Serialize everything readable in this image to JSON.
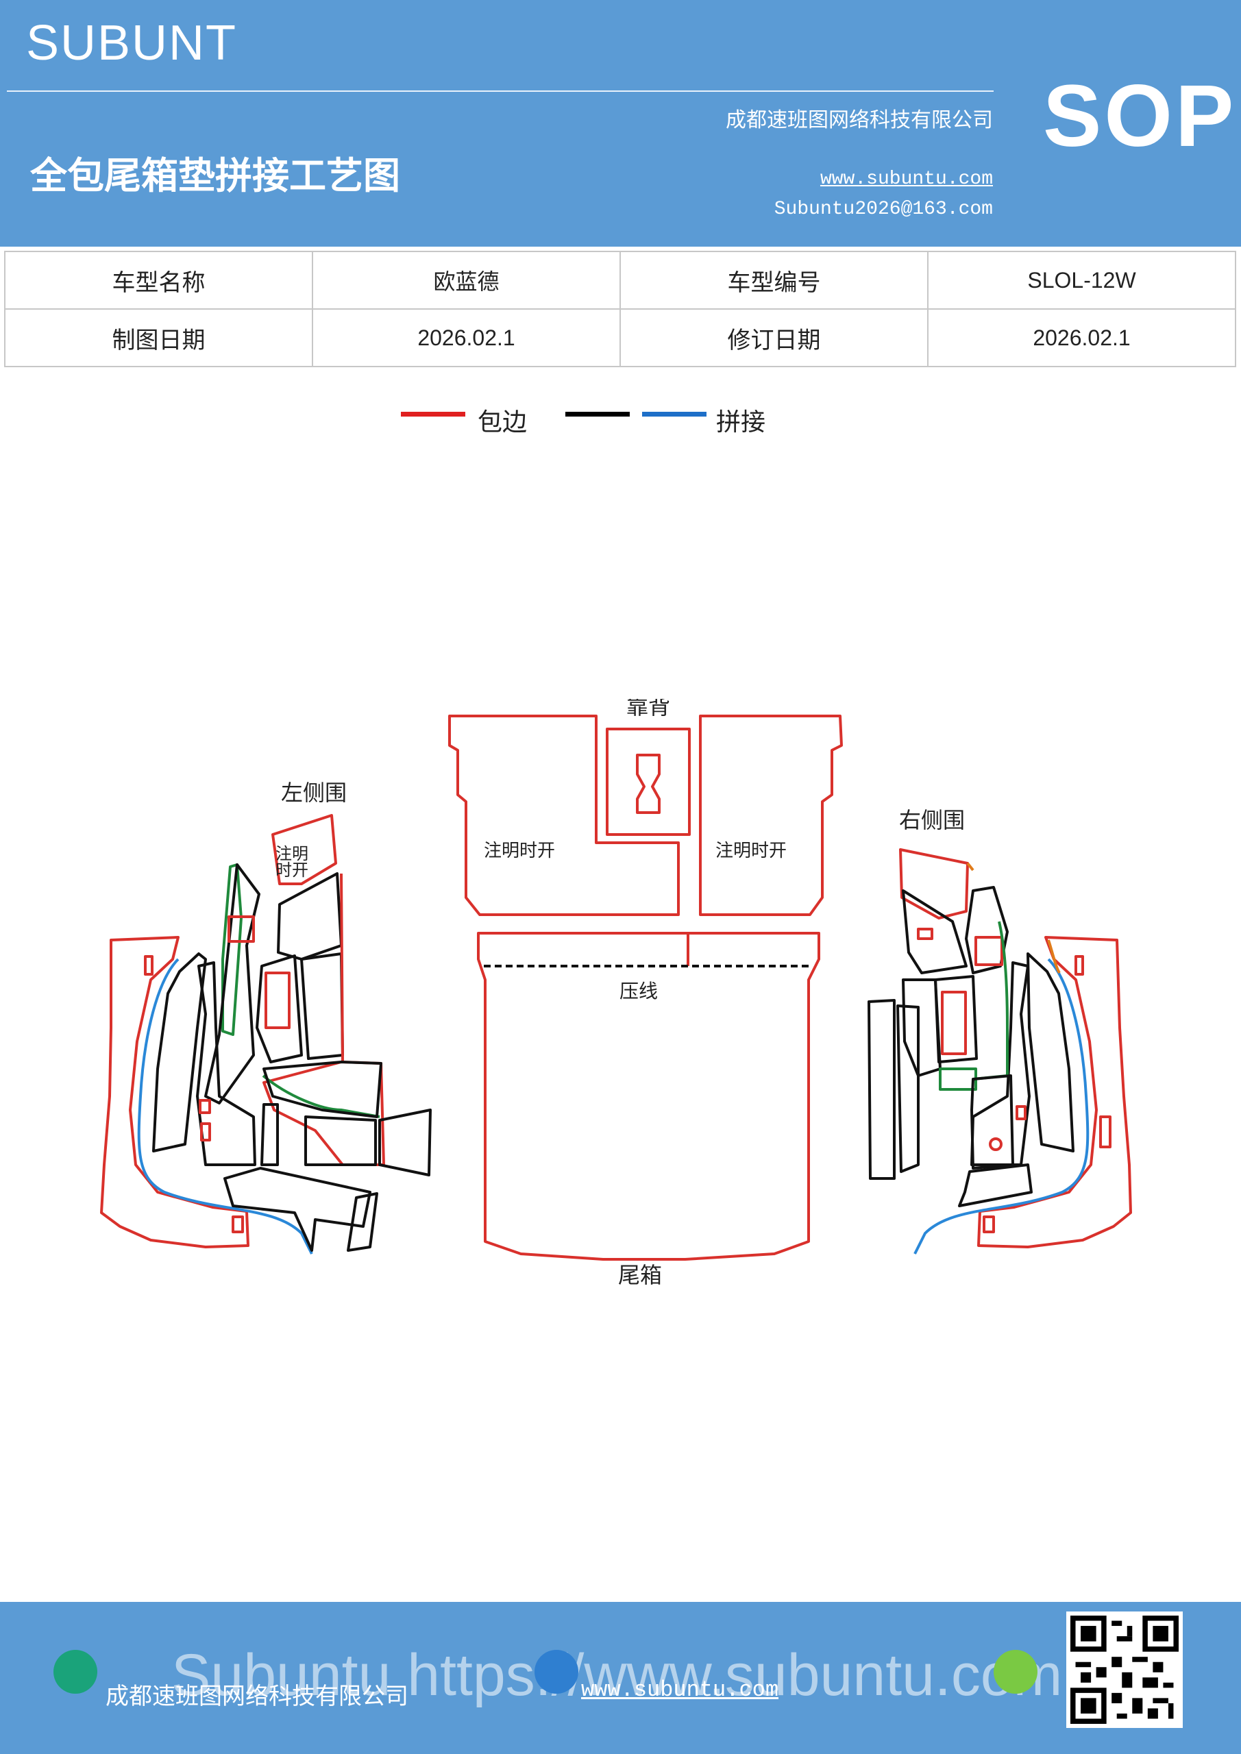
{
  "header": {
    "brand": "SUBUNT",
    "title": "全包尾箱垫拼接工艺图",
    "company": "成都速班图网络科技有限公司",
    "website": "www.subuntu.com",
    "email": "Subuntu2026@163.com",
    "badge": "SOP"
  },
  "info_table": {
    "rows": [
      [
        "车型名称",
        "欧蓝德",
        "车型编号",
        "SLOL-12W"
      ],
      [
        "制图日期",
        "2026.02.1",
        "修订日期",
        "2026.02.1"
      ]
    ]
  },
  "legend": {
    "items": [
      {
        "label": "包边",
        "color": "#e02020"
      },
      {
        "label": "",
        "color": "#000000"
      },
      {
        "label": "拼接",
        "color": "#1e6fc8"
      }
    ]
  },
  "diagram": {
    "labels": {
      "backrest": "靠背",
      "left_side": "左侧围",
      "right_side": "右侧围",
      "trunk": "尾箱",
      "crease": "压线",
      "note_left": "注明时开",
      "note_right": "注明时开",
      "note_small_1": "注明",
      "note_small_2": "时开"
    },
    "colors": {
      "edge": "#d9312c",
      "black": "#111111",
      "splice": "#2a88d8",
      "green": "#1f8a3c",
      "orange": "#e07b1a"
    }
  },
  "footer": {
    "company": "成都速班图网络科技有限公司",
    "website": "www.subuntu.com",
    "watermark": "Subuntu https://www.subuntu.com"
  }
}
